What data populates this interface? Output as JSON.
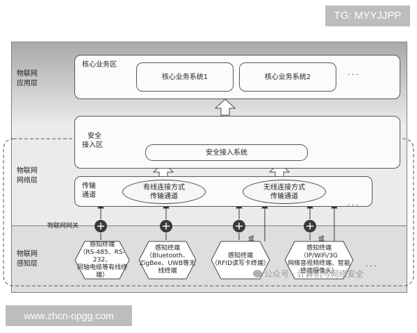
{
  "watermarks": {
    "tg": "TG: MYYJJPP",
    "site": "www.zhcn-opgg.com",
    "wechat": "公众号 · 计算机与网络安全"
  },
  "layers": {
    "application": [
      "物联网",
      "应用层"
    ],
    "network": [
      "物联网",
      "网络层"
    ],
    "sensing": [
      "物联网",
      "感知层"
    ]
  },
  "core_zone": {
    "label": "核心业务区",
    "systems": [
      "核心业务系统1",
      "核心业务系统2"
    ],
    "ellipsis": "· · ·"
  },
  "secure_zone": {
    "label": [
      "安全",
      "接入区"
    ],
    "system": "安全接入系统"
  },
  "transport": {
    "label": [
      "传输",
      "通道"
    ],
    "wired": [
      "有线连接方式",
      "传输通道"
    ],
    "wireless": [
      "无线连接方式",
      "传输通道"
    ],
    "ellipsis": "· · ·"
  },
  "gateway_label": "物联网网关",
  "or_label": "或",
  "terminals": [
    [
      "感知终端",
      "（RS-485、RS-232、",
      "同轴电缆等有线终",
      "端）"
    ],
    [
      "感知终端",
      "（Bluetooth、",
      "ZigBee、UWB等无",
      "线终端"
    ],
    [
      "感知终端",
      "（RFID读写卡终端）"
    ],
    [
      "感知终端",
      "（IP/WiFi/3G",
      "网络音视频终端、智能",
      "终端摄像头）"
    ]
  ],
  "sense_ellipsis": "· · ·"
}
